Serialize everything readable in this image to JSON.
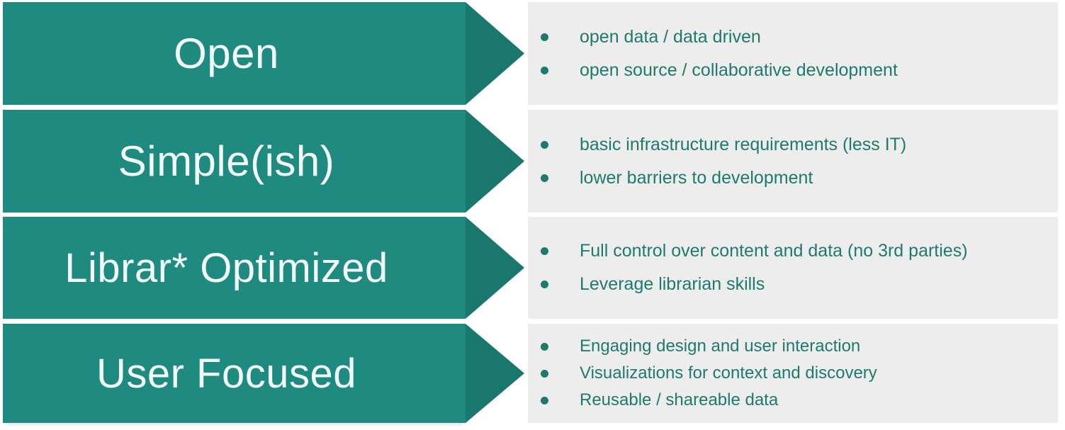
{
  "theme": {
    "arrow_body_color": "#1f8a7f",
    "arrow_head_color": "#1a776d",
    "panel_color": "#ededed",
    "text_color": "#1f7a6e",
    "label_color": "#f2fbfa",
    "page_background": "#ffffff"
  },
  "rows": [
    {
      "label": "Open",
      "bullets": [
        "open data / data driven",
        "open source / collaborative development"
      ]
    },
    {
      "label": "Simple(ish)",
      "bullets": [
        "basic infrastructure requirements (less IT)",
        "lower barriers to development"
      ]
    },
    {
      "label": "Librar* Optimized",
      "bullets": [
        "Full control over content and data (no 3rd parties)",
        "Leverage librarian skills"
      ]
    },
    {
      "label": "User Focused",
      "bullets": [
        "Engaging design and user interaction",
        "Visualizations for context and discovery",
        "Reusable / shareable data"
      ]
    }
  ]
}
